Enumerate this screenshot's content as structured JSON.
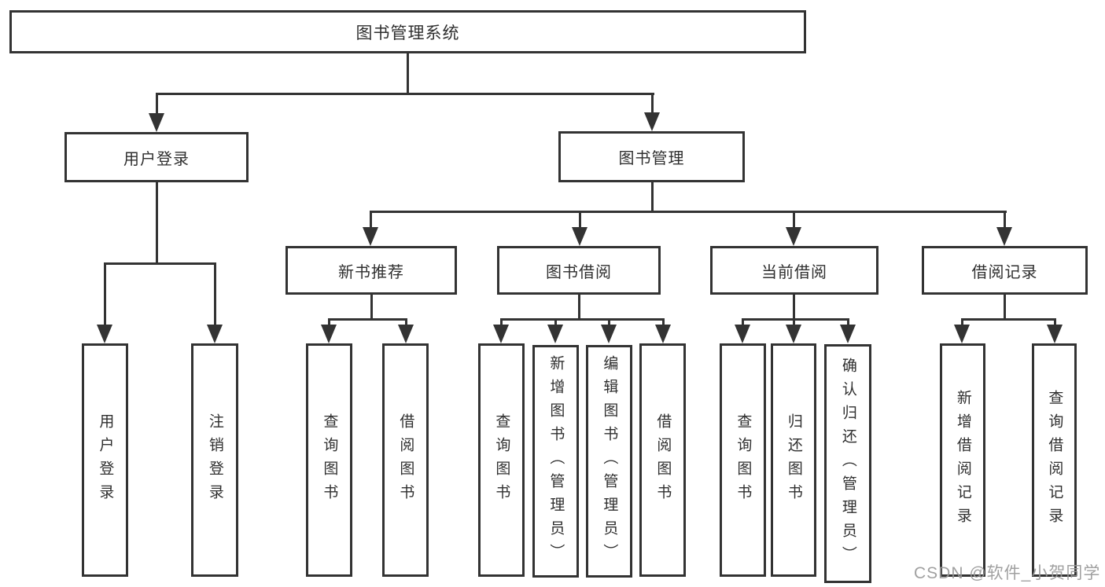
{
  "tree": {
    "label": "图书管理系统",
    "children": [
      {
        "label": "用户登录",
        "children": [
          {
            "label": "用户登录"
          },
          {
            "label": "注销登录"
          }
        ]
      },
      {
        "label": "图书管理",
        "children": [
          {
            "label": "新书推荐",
            "children": [
              {
                "label": "查询图书"
              },
              {
                "label": "借阅图书"
              }
            ]
          },
          {
            "label": "图书借阅",
            "children": [
              {
                "label": "查询图书"
              },
              {
                "label": "新增图书（管理员）"
              },
              {
                "label": "编辑图书（管理员）"
              },
              {
                "label": "借阅图书"
              }
            ]
          },
          {
            "label": "当前借阅",
            "children": [
              {
                "label": "查询图书"
              },
              {
                "label": "归还图书"
              },
              {
                "label": "确认归还（管理员）"
              }
            ]
          },
          {
            "label": "借阅记录",
            "children": [
              {
                "label": "新增借阅记录"
              },
              {
                "label": "查询借阅记录"
              }
            ]
          }
        ]
      }
    ]
  },
  "watermark": "CSDN @软件_小贺同学",
  "colors": {
    "line": "#333333",
    "text": "#2f2f2f",
    "watermark": "#999999",
    "background": "#ffffff"
  }
}
